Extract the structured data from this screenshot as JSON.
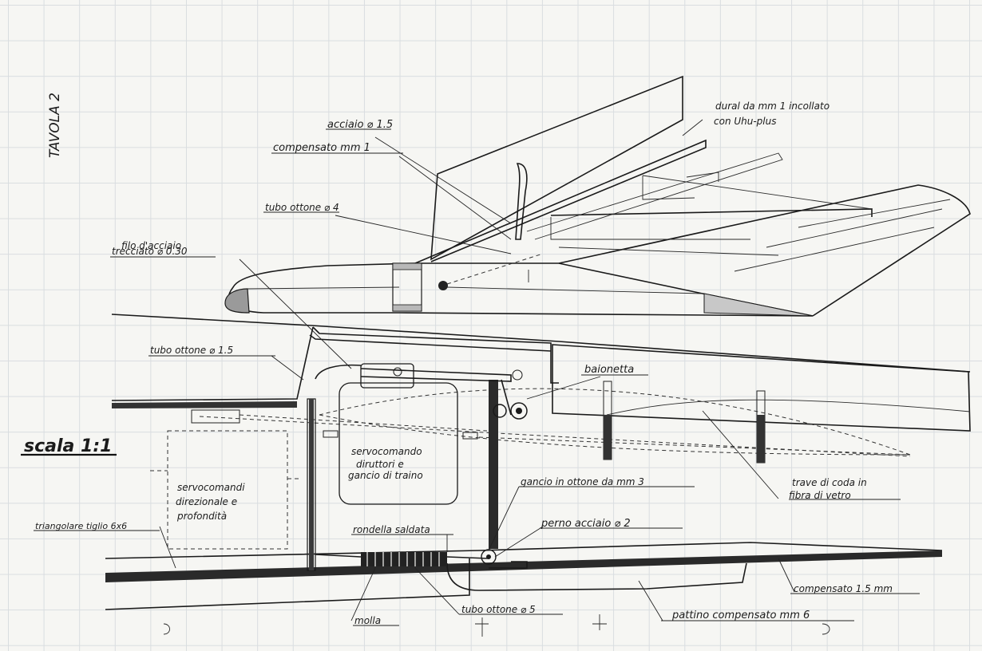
{
  "sheet_title": "TAVOLA 2",
  "scale_label": "scala 1:1",
  "labels": {
    "dural": "dural da mm 1 incollato",
    "uhu": "con Uhu-plus",
    "acciaio": "acciaio ⌀ 1.5",
    "compensato_1": "compensato mm 1",
    "tubo_4": "tubo ottone ⌀ 4",
    "filo_1": "filo d'acciaio",
    "filo_2": "trecciato ⌀ 0.30",
    "tubo_15": "tubo ottone ⌀ 1.5",
    "baionetta": "baionetta",
    "serv_dir_1": "servocomando",
    "serv_dir_2": "diruttori e",
    "serv_dir_3": "gancio di traino",
    "serv_prof_1": "servocomandi",
    "serv_prof_2": "direzionale e",
    "serv_prof_3": "profondità",
    "gancio": "gancio in ottone da mm 3",
    "trave_1": "trave di coda in",
    "trave_2": "fibra di vetro",
    "triangolare": "triangolare tiglio 6x6",
    "rondella": "rondella saldata",
    "perno": "perno acciaio ⌀ 2",
    "compensato_15": "compensato 1.5 mm",
    "molla": "molla",
    "tubo_5": "tubo ottone ⌀ 5",
    "pattino": "pattino compensato mm 6"
  }
}
